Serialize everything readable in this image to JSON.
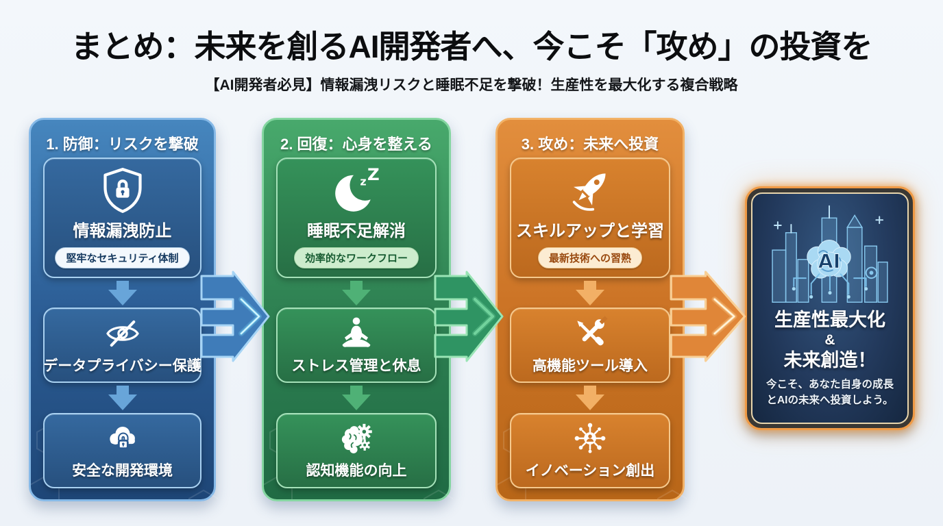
{
  "page": {
    "title": "まとめ：未来を創るAI開発者へ、今こそ「攻め」の投資を",
    "subtitle": "【AI開発者必見】情報漏洩リスクと睡眠不足を撃破！生産性を最大化する複合戦略",
    "background_color": "#eff3f8"
  },
  "columns": [
    {
      "header": "1. 防御：リスクを撃破",
      "accent_color": "#2e6ba6",
      "arrow_color": "#3f7cb9",
      "cards": [
        {
          "icon": "shield-lock-icon",
          "label": "情報漏洩防止",
          "badge": "堅牢なセキュリティ体制"
        },
        {
          "icon": "eye-slash-icon",
          "label": "データプライバシー保護"
        },
        {
          "icon": "cloud-lock-icon",
          "label": "安全な開発環境"
        }
      ]
    },
    {
      "header": "2. 回復：心身を整える",
      "accent_color": "#2f8b55",
      "arrow_color": "#2f9463",
      "cards": [
        {
          "icon": "moon-zz-icon",
          "label": "睡眠不足解消",
          "badge": "効率的なワークフロー"
        },
        {
          "icon": "meditation-icon",
          "label": "ストレス管理と休息"
        },
        {
          "icon": "brain-gears-icon",
          "label": "認知機能の向上"
        }
      ]
    },
    {
      "header": "3. 攻め：未来へ投資",
      "accent_color": "#d67b28",
      "arrow_color": "#e08638",
      "cards": [
        {
          "icon": "rocket-icon",
          "label": "スキルアップと学習",
          "badge": "最新技術への習熟"
        },
        {
          "icon": "tools-icon",
          "label": "高機能ツール導入"
        },
        {
          "icon": "network-icon",
          "label": "イノベーション創出"
        }
      ]
    }
  ],
  "result_card": {
    "illustration": "ai-brain-city",
    "ai_label": "AI",
    "title_lines": [
      "生産性最大化",
      "&",
      "未来創造！"
    ],
    "subtitle_lines": [
      "今こそ、あなた自身の成長",
      "とAIの未来へ投資しよう。"
    ],
    "border_color": "#f09a45",
    "background_color": "#1b2f4d"
  }
}
